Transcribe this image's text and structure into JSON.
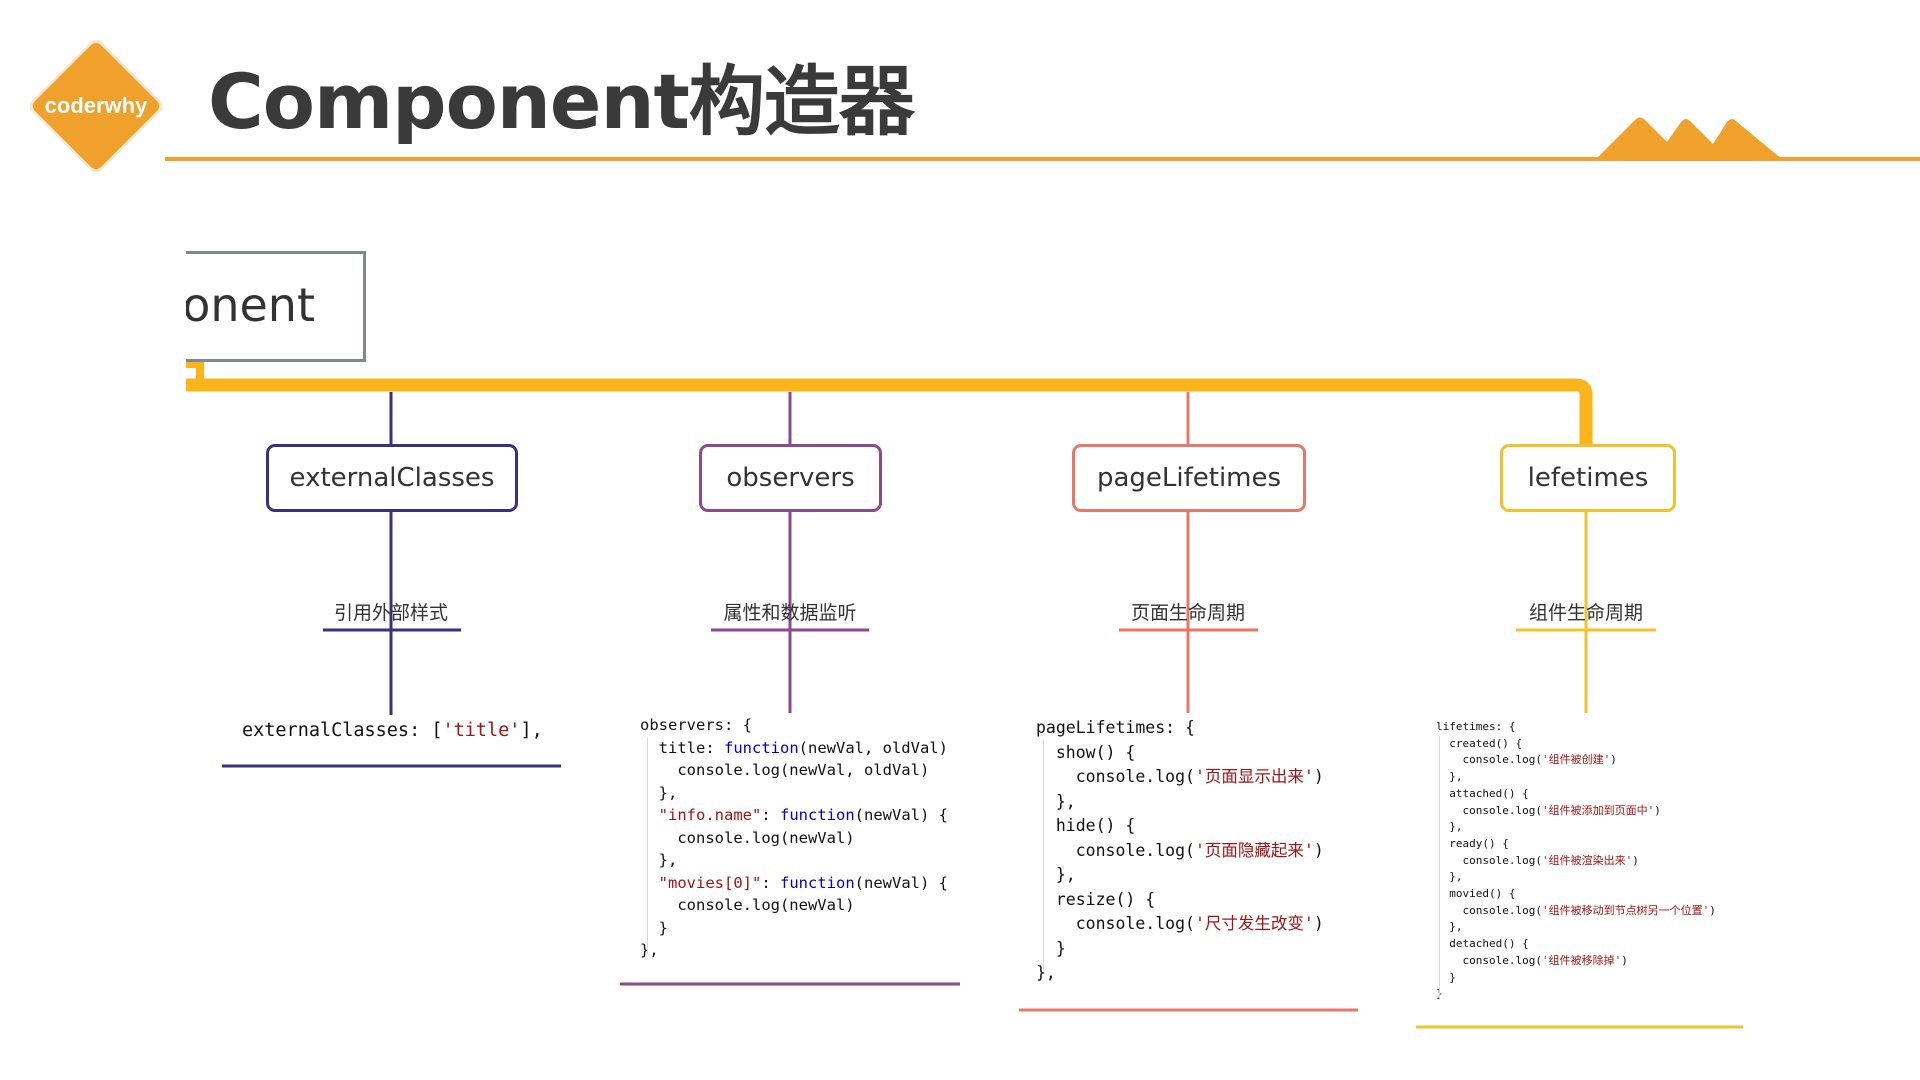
{
  "header": {
    "logo_text": "coderwhy",
    "title": "Component构造器",
    "accent_color": "#f0a12c"
  },
  "root": {
    "label": "ponent"
  },
  "branches": [
    {
      "label": "externalClasses",
      "sub_label": "引用外部样式",
      "color": "#3d2f80",
      "code": [
        "externalClasses: ['title'],"
      ]
    },
    {
      "label": "observers",
      "sub_label": "属性和数据监听",
      "color": "#8a4a8c",
      "code": [
        "observers: {",
        "  title: function(newVal, oldVal)",
        "    console.log(newVal, oldVal)",
        "  },",
        "  \"info.name\": function(newVal) {",
        "    console.log(newVal)",
        "  },",
        "  \"movies[0]\": function(newVal) {",
        "    console.log(newVal)",
        "  }",
        "},"
      ]
    },
    {
      "label": "pageLifetimes",
      "sub_label": "页面生命周期",
      "color": "#e8776a",
      "code": [
        "pageLifetimes: {",
        "  show() {",
        "    console.log('页面显示出来')",
        "  },",
        "  hide() {",
        "    console.log('页面隐藏起来')",
        "  },",
        "  resize() {",
        "    console.log('尺寸发生改变')",
        "  }",
        "},"
      ]
    },
    {
      "label": "lefetimes",
      "sub_label": "组件生命周期",
      "color": "#f2c12e",
      "code": [
        "lifetimes: {",
        "  created() {",
        "    console.log('组件被创建')",
        "  },",
        "  attached() {",
        "    console.log('组件被添加到页面中')",
        "  },",
        "  ready() {",
        "    console.log('组件被渲染出来')",
        "  },",
        "  movied() {",
        "    console.log('组件被移动到节点树另一个位置')",
        "  },",
        "  detached() {",
        "    console.log('组件被移除掉')",
        "  }",
        "}"
      ]
    }
  ],
  "trunk_color": "#fbb51a"
}
